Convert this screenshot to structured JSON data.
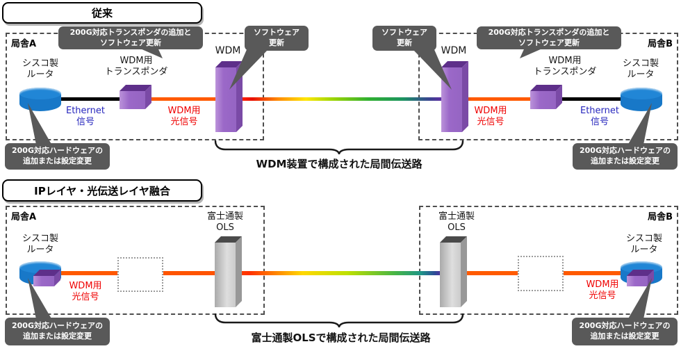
{
  "top": {
    "title": "従来",
    "station_a": "局舎A",
    "station_b": "局舎B",
    "router_label": "シスコ製\nルータ",
    "transponder_label": "WDM用\nトランスポンダ",
    "wdm_label": "WDM",
    "ethernet_label": "Ethernet\n信号",
    "optical_label": "WDM用\n光信号",
    "callout_transponder": "200G対応トランスポンダの追加と\nソフトウェア更新",
    "callout_software": "ソフトウェア\n更新",
    "callout_hardware": "200G対応ハードウェアの\n追加または設定変更",
    "brace_label": "WDM装置で構成された局間伝送路"
  },
  "bottom": {
    "title": "IPレイヤ・光伝送レイヤ融合",
    "station_a": "局舎A",
    "station_b": "局舎B",
    "router_label": "シスコ製\nルータ",
    "ols_label": "富士通製\nOLS",
    "optical_label": "WDM用\n光信号",
    "callout_hardware": "200G対応ハードウェアの\n追加または設定変更",
    "brace_label": "富士通製OLSで構成された局間伝送路"
  },
  "colors": {
    "optical_orange": "#FF5A00",
    "ethernet_black": "#000000",
    "callout_gray": "#595959",
    "router_blue": "#1878C8",
    "device_purple": "#9B68C8",
    "ols_gray": "#C9C9C9",
    "optical_text_red": "#EF0000",
    "ethernet_text_blue": "#2626BD"
  }
}
